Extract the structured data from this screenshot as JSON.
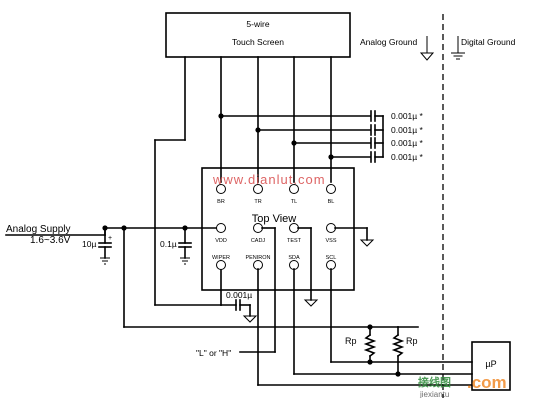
{
  "touch_screen": {
    "title": "5-wire",
    "subtitle": "Touch Screen"
  },
  "grounds": {
    "analog": "Analog Ground",
    "digital": "Digital Ground"
  },
  "chip": {
    "title": "Top View",
    "top_pins": [
      "BR",
      "TR",
      "TL",
      "BL"
    ],
    "middle_pins": [
      "VDD",
      "CADJ",
      "TEST",
      "VSS"
    ],
    "bottom_pins": [
      "WIPER",
      "PENIRON",
      "SDA",
      "SCL"
    ]
  },
  "decoupling_caps": [
    "0.001µ *",
    "0.001µ *",
    "0.001µ *",
    "0.001µ *"
  ],
  "supply": {
    "name": "Analog Supply",
    "range": "1.6~3.6V"
  },
  "caps": {
    "bulk": "10µ",
    "bypass": "0.1µ",
    "pen": "0.001µ"
  },
  "logic_label": "\"L\" or \"H\"",
  "pullups": [
    "Rp",
    "Rp"
  ],
  "processor": "µP",
  "watermark": {
    "top": "www.dianlut.com",
    "chinese": "接线图",
    "brand": ".com",
    "subtext": "jiexiantu"
  },
  "colors": {
    "ink": "#000000",
    "watermark": "#d84a4a",
    "brand_watermark": "#f08a2a",
    "green": "#2f8a3a"
  }
}
